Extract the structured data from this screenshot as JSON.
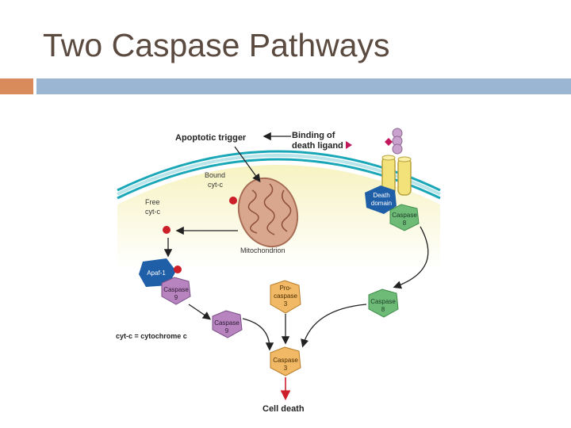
{
  "slide": {
    "title": "Two Caspase Pathways"
  },
  "colors": {
    "accent_orange": "#d98b5b",
    "accent_blue": "#9ab6d3",
    "title_text": "#5b4a3f",
    "cytoplasm": "#fbf6cf",
    "membrane": "#1aa7b8",
    "mitochondrion": "#d9a68e",
    "caspase9": "#b784c0",
    "caspase8": "#6dbb77",
    "caspase3": "#f1b865",
    "death_domain": "#1f5fa8",
    "apaf1": "#1f5fa8",
    "cytc_dot": "#cc1f2a",
    "receptor": "#f3e27a",
    "ligand": "#c9a2cd"
  },
  "diagram": {
    "apoptotic_trigger": "Apoptotic trigger",
    "binding_line1": "Binding of",
    "binding_line2": "death ligand",
    "bound_line1": "Bound",
    "bound_line2": "cyt-c",
    "free_line1": "Free",
    "free_line2": "cyt-c",
    "mitochondrion": "Mitochondrion",
    "death_line1": "Death",
    "death_line2": "domain",
    "caspase8_top_line1": "Caspase",
    "caspase8_top_line2": "8",
    "caspase8_mid_line1": "Caspase",
    "caspase8_mid_line2": "8",
    "apaf1": "Apaf-1",
    "caspase9_a_line1": "Caspase",
    "caspase9_a_line2": "9",
    "caspase9_b_line1": "Caspase",
    "caspase9_b_line2": "9",
    "procaspase_line1": "Pro-",
    "procaspase_line2": "caspase",
    "procaspase_line3": "3",
    "caspase3_line1": "Caspase",
    "caspase3_line2": "3",
    "legend": "cyt-c = cytochrome c",
    "cell_death": "Cell death"
  }
}
